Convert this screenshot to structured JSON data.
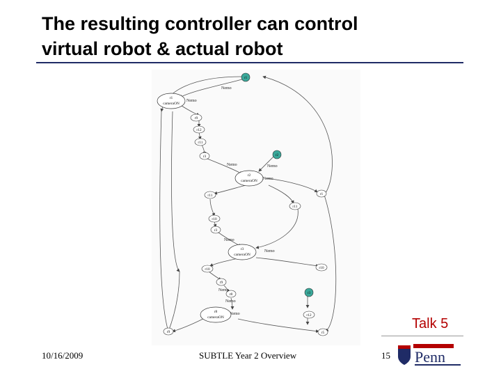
{
  "slide": {
    "title_line1": "The resulting controller can control",
    "title_line2": "virtual robot & actual robot",
    "talk_label": "Talk 5",
    "footer_date": "10/16/2009",
    "footer_center": "SUBTLE Year 2 Overview",
    "page_number": "15",
    "logo_text": "Penn"
  },
  "diagram": {
    "nodes": [
      {
        "id": "n1",
        "label": "r1",
        "kind": "teal"
      },
      {
        "id": "n2",
        "label": "r1",
        "kind": "state"
      },
      {
        "id": "n2b",
        "label": "cameraON",
        "kind": "none"
      },
      {
        "id": "n3",
        "label": "r9",
        "kind": "small"
      },
      {
        "id": "n4",
        "label": "r12",
        "kind": "small"
      },
      {
        "id": "n5",
        "label": "r11",
        "kind": "small"
      },
      {
        "id": "n6",
        "label": "r3",
        "kind": "small"
      },
      {
        "id": "n7",
        "label": "r2",
        "kind": "teal"
      },
      {
        "id": "n8",
        "label": "r2",
        "kind": "state"
      },
      {
        "id": "n8b",
        "label": "cameraON",
        "kind": "none"
      },
      {
        "id": "n9",
        "label": "r11",
        "kind": "small"
      },
      {
        "id": "n10",
        "label": "r1",
        "kind": "small"
      },
      {
        "id": "n11",
        "label": "r11",
        "kind": "small"
      },
      {
        "id": "n12",
        "label": "r10",
        "kind": "small"
      },
      {
        "id": "n13",
        "label": "r3",
        "kind": "small"
      },
      {
        "id": "n14",
        "label": "r3",
        "kind": "state"
      },
      {
        "id": "n14b",
        "label": "cameraON",
        "kind": "none"
      },
      {
        "id": "n15",
        "label": "r10",
        "kind": "small"
      },
      {
        "id": "n16",
        "label": "r10",
        "kind": "small"
      },
      {
        "id": "n17",
        "label": "r9",
        "kind": "small"
      },
      {
        "id": "n18",
        "label": "r8",
        "kind": "small"
      },
      {
        "id": "n19",
        "label": "r3",
        "kind": "teal"
      },
      {
        "id": "n20",
        "label": "r8",
        "kind": "state"
      },
      {
        "id": "n20b",
        "label": "cameraON",
        "kind": "none"
      },
      {
        "id": "n21",
        "label": "r12",
        "kind": "small"
      },
      {
        "id": "n22",
        "label": "r9",
        "kind": "small"
      },
      {
        "id": "n23",
        "label": "r5",
        "kind": "small"
      }
    ],
    "edge_labels": [
      "Nemo",
      "Nemo",
      "Nemo",
      "Nemo",
      "Nemo",
      "Nemo",
      "Nemo",
      "Nemo",
      "Nemo",
      "Nemo"
    ]
  }
}
